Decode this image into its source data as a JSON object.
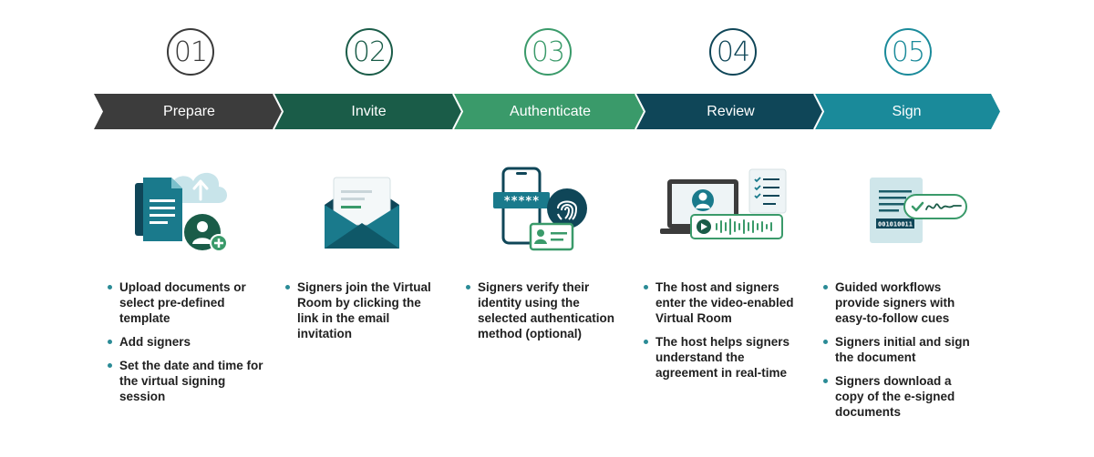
{
  "steps": [
    {
      "number": "01",
      "label": "Prepare",
      "color": "#3c3c3c",
      "circle_color": "#3a3a3a",
      "icon": "document-upload-add-user-icon",
      "bullets": [
        "Upload documents or select pre-defined template",
        "Add signers",
        "Set the date and time for the virtual signing session"
      ]
    },
    {
      "number": "02",
      "label": "Invite",
      "color": "#1a5c48",
      "circle_color": "#1a5c48",
      "icon": "email-envelope-icon",
      "bullets": [
        "Signers join the Virtual Room by clicking the link in the email invitation"
      ]
    },
    {
      "number": "03",
      "label": "Authenticate",
      "color": "#3a9a6a",
      "circle_color": "#3a9a6a",
      "icon": "phone-fingerprint-id-icon",
      "bullets": [
        "Signers verify their identity using the selected authentication method (optional)"
      ]
    },
    {
      "number": "04",
      "label": "Review",
      "color": "#0f4658",
      "circle_color": "#0f4658",
      "icon": "laptop-video-checklist-icon",
      "bullets": [
        "The host and signers enter the video-enabled Virtual Room",
        "The host helps signers understand the agreement in real-time"
      ]
    },
    {
      "number": "05",
      "label": "Sign",
      "color": "#1a8a9a",
      "circle_color": "#1a8a9a",
      "icon": "signed-document-icon",
      "bullets": [
        "Guided workflows provide signers with easy-to-follow cues",
        "Signers initial and sign the document",
        "Signers download a copy of the e-signed documents"
      ]
    }
  ],
  "icons": {
    "password_mask": "*****",
    "binary_code": "001010011"
  }
}
